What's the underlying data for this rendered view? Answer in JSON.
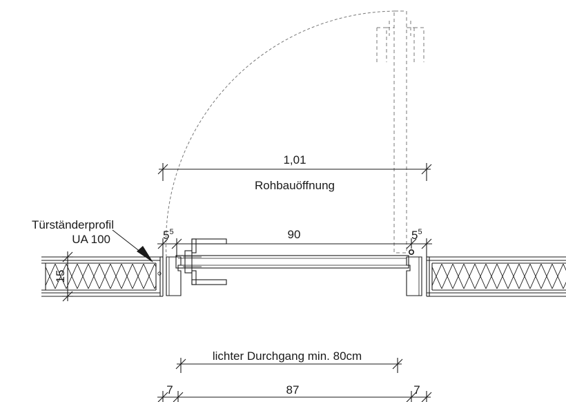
{
  "labels": {
    "profile_name": "Türständerprofil",
    "profile_type": "UA 100",
    "opening_width": "1,01",
    "opening_name": "Rohbauöffnung",
    "leaf_width": "90",
    "clearance_left": "5",
    "clearance_left_sup": "5",
    "clearance_right": "5",
    "clearance_right_sup": "5",
    "wall_thickness": "15",
    "clear_passage": "lichter Durchgang min. 80cm",
    "passage_width": "87",
    "frame_left": "7",
    "frame_right": "7"
  },
  "colors": {
    "line": "#1a1a1a",
    "hidden": "#777777"
  }
}
